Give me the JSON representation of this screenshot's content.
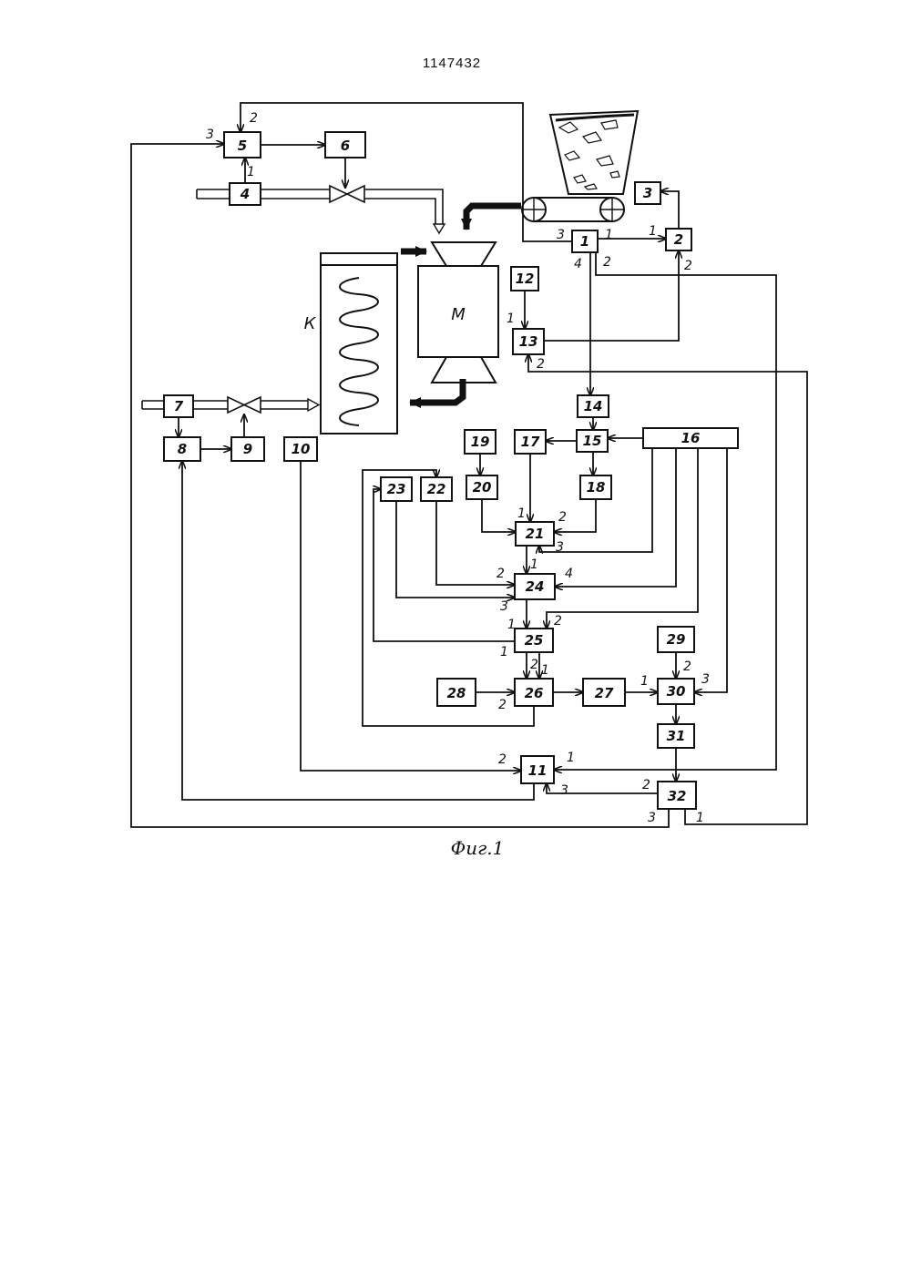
{
  "document": {
    "number": "1147432",
    "caption": "Фиг.1"
  },
  "diagram": {
    "mill_label": "М",
    "boiler_label": "К",
    "blocks": [
      "1",
      "2",
      "3",
      "4",
      "5",
      "6",
      "7",
      "8",
      "9",
      "10",
      "11",
      "12",
      "13",
      "14",
      "15",
      "16",
      "17",
      "18",
      "19",
      "20",
      "21",
      "22",
      "23",
      "24",
      "25",
      "26",
      "27",
      "28",
      "29",
      "30",
      "31",
      "32"
    ],
    "ports": {
      "p1": "1",
      "p2": "2",
      "p3": "3",
      "p4": "4"
    }
  }
}
